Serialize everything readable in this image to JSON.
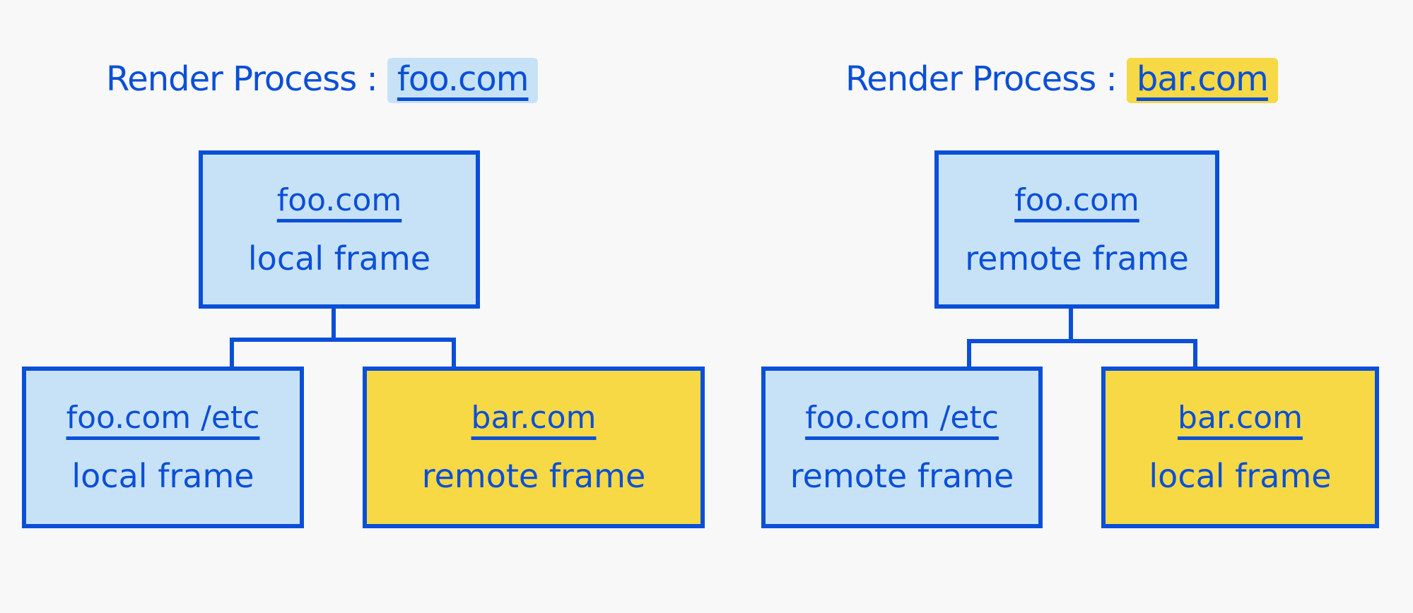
{
  "colors": {
    "stroke": "#0a4fd8",
    "same_site_fill": "#c7e2f6",
    "cross_site_fill": "#f6d944",
    "background": "#f8f8f8"
  },
  "left": {
    "title_prefix": "Render Process :",
    "title_site": "foo.com",
    "root": {
      "host": "foo.com",
      "kind": "local frame"
    },
    "child_a": {
      "host": "foo.com /etc",
      "kind": "local frame"
    },
    "child_b": {
      "host": "bar.com",
      "kind": "remote frame"
    }
  },
  "right": {
    "title_prefix": "Render Process :",
    "title_site": "bar.com",
    "root": {
      "host": "foo.com",
      "kind": "remote frame"
    },
    "child_a": {
      "host": "foo.com /etc",
      "kind": "remote frame"
    },
    "child_b": {
      "host": "bar.com",
      "kind": "local frame"
    }
  }
}
